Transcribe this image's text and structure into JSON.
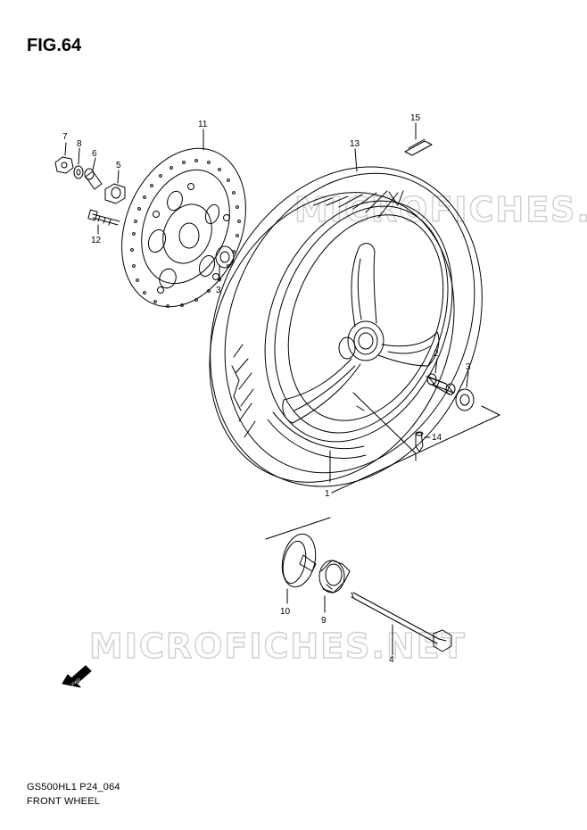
{
  "figure": {
    "title": "FIG.64",
    "code": "GS500HL1 P24_064",
    "name": "FRONT WHEEL"
  },
  "watermark": "MICROFICHES.NET",
  "direction_badge": "FWD",
  "callouts": [
    "1",
    "2",
    "3",
    "3",
    "4",
    "5",
    "6",
    "7",
    "8",
    "9",
    "10",
    "11",
    "12",
    "13",
    "14",
    "15"
  ],
  "colors": {
    "line": "#000000",
    "watermark": "#cfcfcf"
  }
}
